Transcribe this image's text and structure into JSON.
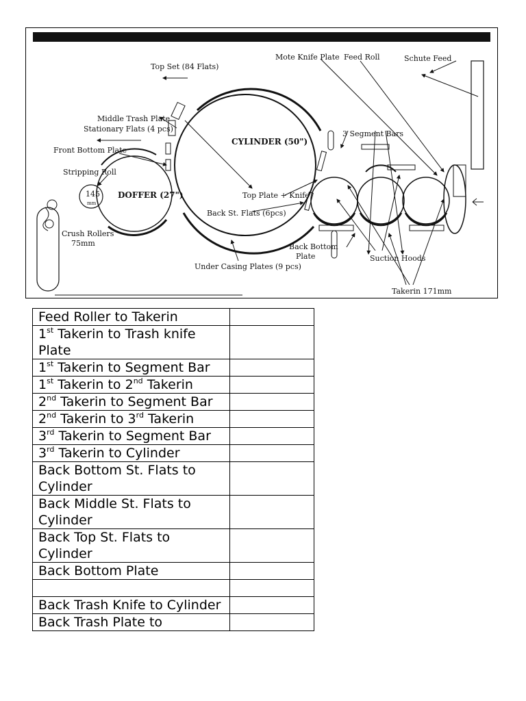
{
  "diagram": {
    "labels": {
      "top_set": "Top Set (84 Flats)",
      "mote_knife_plate": "Mote Knife Plate",
      "feed_roll": "Feed Roll",
      "schute_feed": "Schute Feed",
      "middle_trash_plate": "Middle Trash Plate",
      "stationary_flats": "Stationary Flats (4 pcs)",
      "front_bottom_plate": "Front Bottom Plate",
      "stripping_roll": "Stripping Roll",
      "cylinder": "CYLINDER (50\")",
      "three_segment_bars": "3 Segment Bars",
      "doffer": "DOFFER (27\")",
      "stripping_size": "145",
      "stripping_unit": "mm",
      "top_plate_knife": "Top Plate + Knife",
      "back_st_flats": "Back St. Flats (6pcs)",
      "crush_rollers": "Crush Rollers",
      "crush_size": "75mm",
      "back_bottom_plate_1": "Back Bottom",
      "back_bottom_plate_2": "Plate",
      "suction_hoods": "Suction Hoods",
      "under_casing": "Under Casing Plates (9 pcs)",
      "takerin": "Takerin 171mm"
    }
  },
  "table": {
    "rows": [
      {
        "a": "Feed Roller to Takerin",
        "sa": "",
        "b": "",
        "sb": "",
        "c": "",
        "sc": "",
        "d": ""
      },
      {
        "a": "1",
        "sa": "st",
        "b": " Takerin to Trash knife Plate",
        "sb": "",
        "c": "",
        "sc": "",
        "d": ""
      },
      {
        "a": "1",
        "sa": "st",
        "b": " Takerin to Segment Bar",
        "sb": "",
        "c": "",
        "sc": "",
        "d": ""
      },
      {
        "a": "1",
        "sa": "st",
        "b": " Takerin to 2",
        "sb": "nd",
        "c": " Takerin",
        "sc": "",
        "d": ""
      },
      {
        "a": "2",
        "sa": "nd",
        "b": " Takerin to Segment Bar",
        "sb": "",
        "c": "",
        "sc": "",
        "d": ""
      },
      {
        "a": "2",
        "sa": "nd",
        "b": " Takerin to 3",
        "sb": "rd",
        "c": " Takerin",
        "sc": "",
        "d": ""
      },
      {
        "a": "3",
        "sa": "rd",
        "b": " Takerin to Segment Bar",
        "sb": "",
        "c": "",
        "sc": "",
        "d": ""
      },
      {
        "a": "3",
        "sa": "rd",
        "b": " Takerin to Cylinder",
        "sb": "",
        "c": "",
        "sc": "",
        "d": ""
      },
      {
        "a": "Back Bottom St. Flats to Cylinder",
        "sa": "",
        "b": "",
        "sb": "",
        "c": "",
        "sc": "",
        "d": ""
      },
      {
        "a": "Back Middle St. Flats to Cylinder",
        "sa": "",
        "b": "",
        "sb": "",
        "c": "",
        "sc": "",
        "d": ""
      },
      {
        "a": "Back Top St. Flats to Cylinder",
        "sa": "",
        "b": "",
        "sb": "",
        "c": "",
        "sc": "",
        "d": ""
      },
      {
        "a": "Back Bottom Plate",
        "sa": "",
        "b": "",
        "sb": "",
        "c": "",
        "sc": "",
        "d": ""
      },
      {
        "a": "",
        "sa": "",
        "b": "",
        "sb": "",
        "c": "",
        "sc": "",
        "d": ""
      },
      {
        "a": "Back Trash Knife to Cylinder",
        "sa": "",
        "b": "",
        "sb": "",
        "c": "",
        "sc": "",
        "d": ""
      },
      {
        "a": "Back Trash Plate to",
        "sa": "",
        "b": "",
        "sb": "",
        "c": "",
        "sc": "",
        "d": ""
      }
    ]
  }
}
